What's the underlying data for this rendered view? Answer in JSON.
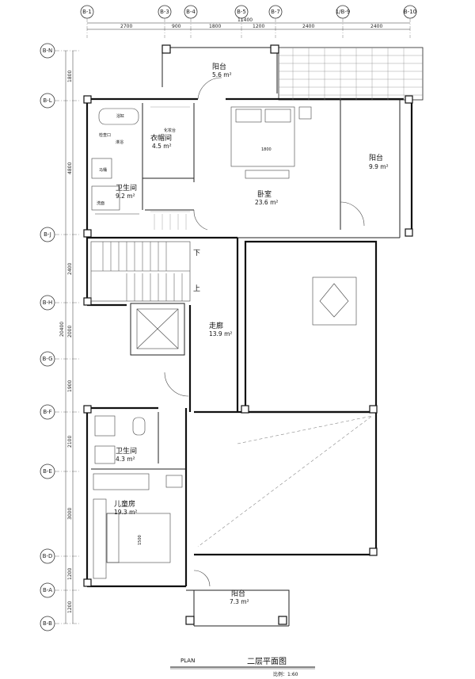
{
  "grid": {
    "top": [
      "B-1",
      "B-3",
      "B-4",
      "B-5",
      "B-7",
      "1/B-9",
      "B-10"
    ],
    "left": [
      "B-N",
      "B-L",
      "B-J",
      "B-H",
      "B-G",
      "B-F",
      "B-E",
      "B-D",
      "B-A",
      "B-B"
    ]
  },
  "dims_top": {
    "total": "11400",
    "segments": [
      "2700",
      "900",
      "1800",
      "1200",
      "2400",
      "2400"
    ]
  },
  "dims_left": {
    "total": "20400",
    "segments": [
      "1800",
      "4800",
      "2400",
      "2000",
      "1900",
      "2100",
      "3000",
      "1200",
      "1200"
    ]
  },
  "rooms": {
    "balcony_top": {
      "name": "阳台",
      "area": "5.6 m²"
    },
    "wardrobe": {
      "name": "衣帽间",
      "area": "4.5 m²"
    },
    "master_bath": {
      "name": "卫生间",
      "area": "9.2 m²"
    },
    "bedroom": {
      "name": "卧室",
      "area": "23.6 m²"
    },
    "balcony_right": {
      "name": "阳台",
      "area": "9.9 m²"
    },
    "corridor": {
      "name": "走廊",
      "area": "13.9 m²"
    },
    "kids_bath": {
      "name": "卫生间",
      "area": "4.3 m²"
    },
    "kids_room": {
      "name": "儿童房",
      "area": "19.3 m²"
    },
    "balcony_bottom": {
      "name": "阳台",
      "area": "7.3 m²"
    }
  },
  "fixtures": {
    "bathtub": "浴缸",
    "shower": "检查口",
    "vanity": "淋浴",
    "toilet": "马桶",
    "basin": "洗面",
    "wardrobe_note": "化妆台",
    "bed_width": "1800",
    "kids_bed_width": "1500"
  },
  "stairs": {
    "down": "下",
    "up": "上"
  },
  "title": {
    "plan": "PLAN",
    "name": "二层平面图",
    "scale": "比例：1:60"
  }
}
